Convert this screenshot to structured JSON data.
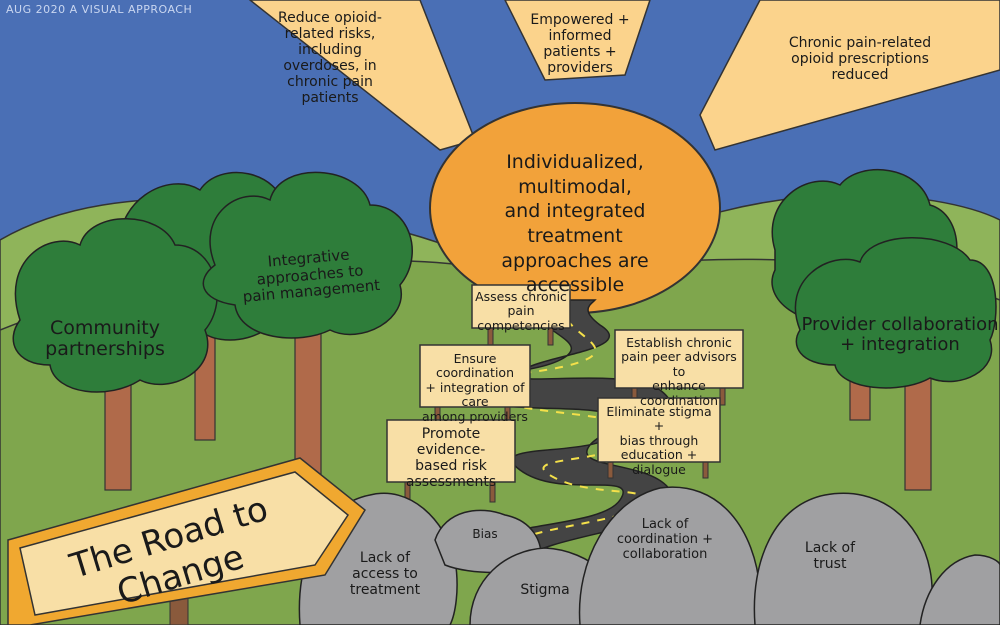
{
  "credit": "AUG 2020 A VISUAL APPROACH",
  "sun": {
    "text": "Individualized, multimodal,\nand integrated treatment\napproaches are accessible"
  },
  "rays": [
    {
      "text": "Reduce opioid-\nrelated risks,\nincluding\noverdoses, in\nchronic pain\npatients"
    },
    {
      "text": "Empowered + informed\npatients +\nproviders"
    },
    {
      "text": "Chronic pain-related\nopioid prescriptions\nreduced"
    }
  ],
  "trees": [
    {
      "text": "Community\npartnerships"
    },
    {
      "text": "Integrative\napproaches to\npain management"
    },
    {
      "text": "Provider collaboration\n+ integration"
    }
  ],
  "signs": [
    {
      "text": "Assess chronic\npain competencies"
    },
    {
      "text": "Establish chronic\npain peer advisors to\nenhance coordination"
    },
    {
      "text": "Ensure coordination\n+ integration of care\namong providers"
    },
    {
      "text": "Eliminate stigma +\nbias through\neducation + dialogue"
    },
    {
      "text": "Promote evidence-\nbased risk\nassessments"
    }
  ],
  "rocks": [
    {
      "text": "Lack of\naccess to\ntreatment"
    },
    {
      "text": "Bias"
    },
    {
      "text": "Stigma"
    },
    {
      "text": "Lack of\ncoordination +\ncollaboration"
    },
    {
      "text": "Lack of\ntrust"
    }
  ],
  "road_sign": {
    "text": "The Road to Change"
  },
  "colors": {
    "sky": "#4a6fb5",
    "hill": "#8fb45a",
    "hill_dark": "#7fa64d",
    "sun": "#f2a23a",
    "ray": "#fbd38c",
    "tree_canopy": "#2e7d3a",
    "trunk": "#b06a4a",
    "sign": "#f8dfa6",
    "post": "#8a5a3c",
    "road": "#444444",
    "road_line": "#f4e04a",
    "rock": "#a0a0a2",
    "road_sign_body": "#f8dfa6",
    "road_sign_border": "#f0a830"
  }
}
